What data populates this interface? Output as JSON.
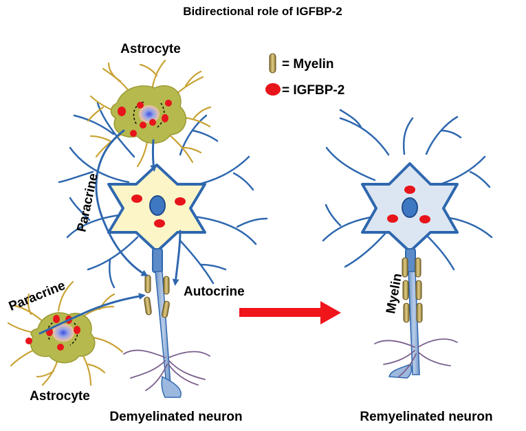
{
  "title": "Bidirectional role of IGFBP-2",
  "legend": {
    "myelin_label": "= Myelin",
    "igfbp_label": "= IGFBP-2"
  },
  "labels": {
    "astrocyte_top": "Astrocyte",
    "astrocyte_bottom": "Astrocyte",
    "paracrine_top": "Paracrine",
    "paracrine_bottom": "Paracrine",
    "autocrine": "Autocrine",
    "myelin_side": "Myelin",
    "demyelinated": "Demyelinated neuron",
    "remyelinated": "Remyelinated neuron"
  },
  "colors": {
    "neuron_outline": "#2E67AE",
    "soma_left_fill": "#FBF5C8",
    "soma_right_fill": "#DCE6F2",
    "nucleus": "#3F78C2",
    "igfbp2": "#E8141B",
    "myelin": "#C5AD5E",
    "astrocyte_body": "#B5B94E",
    "astrocyte_process": "#C9A233",
    "transition_arrow": "#F0141B"
  }
}
